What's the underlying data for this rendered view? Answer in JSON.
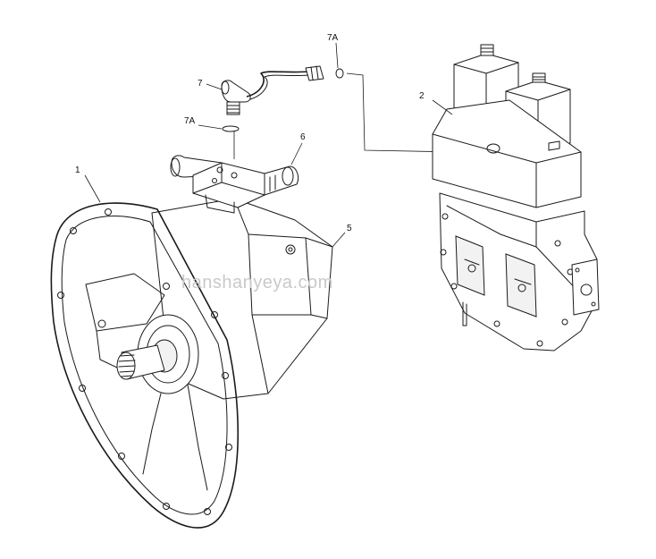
{
  "callouts": {
    "c1": "1",
    "c2": "2",
    "c5": "5",
    "c6": "6",
    "c7": "7",
    "c7a_top": "7A",
    "c7a_mid": "7A"
  },
  "watermark": "hanshanyeya.com"
}
